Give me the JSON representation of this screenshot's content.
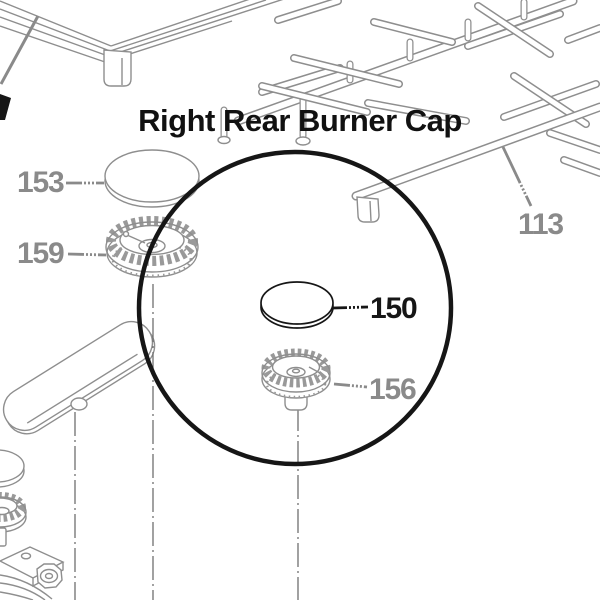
{
  "title": "Right Rear Burner Cap",
  "labels": {
    "p153": "153",
    "p159": "159",
    "p113": "113",
    "p150": "150",
    "p156": "156"
  },
  "highlighted_part": "150",
  "colors": {
    "highlight_black": "#161616",
    "diagram_gray": "#8e8e8e",
    "label_gray": "#8a8a8a",
    "background": "#ffffff"
  }
}
